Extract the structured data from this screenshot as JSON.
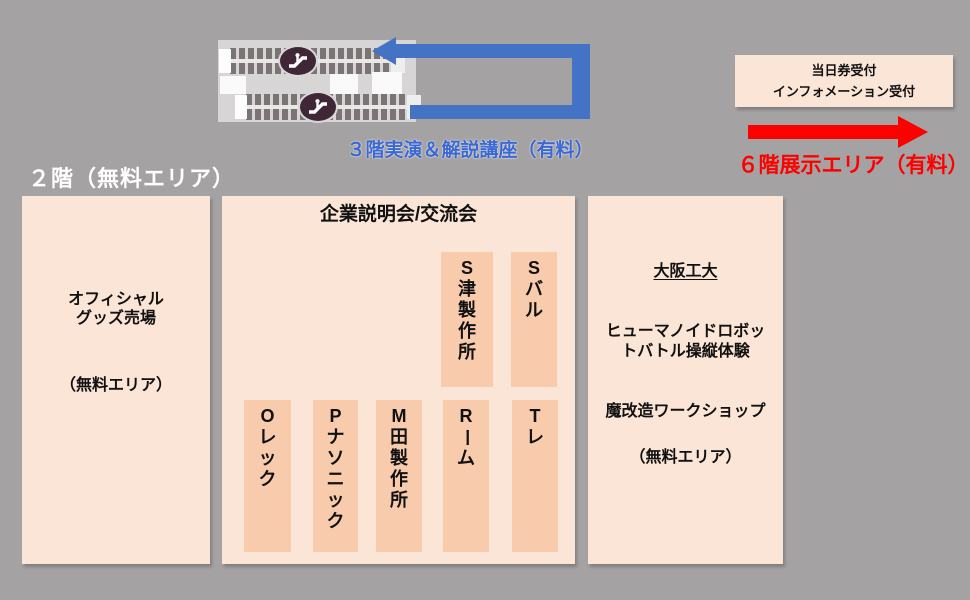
{
  "colors": {
    "bg": "#a4a2a2",
    "box": "#fbe5d6",
    "booth": "#f8cbad",
    "blue": "#4472c4",
    "blueText": "#3a67d2",
    "red": "#fb0200",
    "panel": "#d7d5d5",
    "teeth": "#7b7474",
    "oval": "#402737"
  },
  "floor_title": "２階（無料エリア）",
  "routes": {
    "floor3_label": "３階実演＆解説講座（有料）",
    "floor6_label": "６階展示エリア（有料）"
  },
  "reception": {
    "line1": "当日券受付",
    "line2": "インフォメーション受付"
  },
  "areas": {
    "goods": {
      "line1": "オフィシャル",
      "line2": "グッズ売場",
      "note": "（無料エリア）"
    },
    "company": {
      "title": "企業説明会/交流会",
      "booths_top": [
        "S津製作所",
        "Sバル"
      ],
      "booths_bottom": [
        "Oレック",
        "Pナソニック",
        "M田製作所",
        "Rーム",
        "Tレ"
      ]
    },
    "univ": {
      "name": "大阪工大",
      "program1_line1": "ヒューマノイドロボッ",
      "program1_line2": "トバトル操縦体験",
      "program2": "魔改造ワークショップ",
      "note": "（無料エリア）"
    }
  },
  "icons": {
    "escalator": "escalator-icon",
    "blue_arrow": "left-route-arrow-icon",
    "red_arrow": "right-route-arrow-icon"
  }
}
